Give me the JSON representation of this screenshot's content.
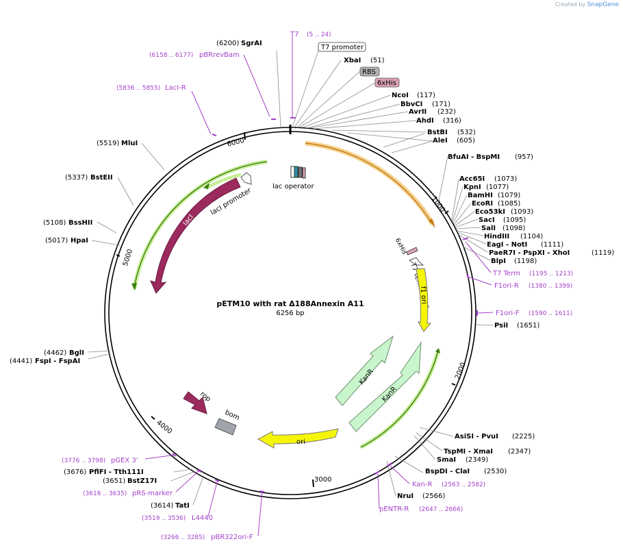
{
  "credit": {
    "prefix": "Created by",
    "brand": "SnapGene"
  },
  "plasmid": {
    "name": "pETM10 with rat Δ188Annexin A11",
    "length_label": "6256 bp",
    "length": 6256
  },
  "colors": {
    "enzyme": "#000000",
    "primer": "#a23fc9",
    "pos": "#000000",
    "lacI": "#9c2a5e",
    "resistance": "#c8f5cc",
    "origin": "#f5f50a",
    "bom": "#a0a5ab",
    "promoter_line": "#5a9c1a"
  },
  "ticks": [
    {
      "label": "1000"
    },
    {
      "label": "2000"
    },
    {
      "label": "3000"
    },
    {
      "label": "4000"
    },
    {
      "label": "5000"
    },
    {
      "label": "6000"
    }
  ],
  "sites": [
    {
      "name": "SgrAI",
      "pos": "(6200)"
    },
    {
      "name": "XbaI",
      "pos": "(51)"
    },
    {
      "name": "NcoI",
      "pos": "(117)"
    },
    {
      "name": "BbvCI",
      "pos": "(171)"
    },
    {
      "name": "AvrII",
      "pos": "(232)"
    },
    {
      "name": "AhdI",
      "pos": "(316)"
    },
    {
      "name": "BstBI",
      "pos": "(532)"
    },
    {
      "name": "AleI",
      "pos": "(605)"
    },
    {
      "name": "BfuAI  - BspMI",
      "pos": "(957)"
    },
    {
      "name": "Acc65I",
      "pos": "(1073)"
    },
    {
      "name": "KpnI",
      "pos": "(1077)"
    },
    {
      "name": "BamHI",
      "pos": "(1079)"
    },
    {
      "name": "EcoRI",
      "pos": "(1085)"
    },
    {
      "name": "Eco53kI",
      "pos": "(1093)"
    },
    {
      "name": "SacI",
      "pos": "(1095)"
    },
    {
      "name": "SalI",
      "pos": "(1098)"
    },
    {
      "name": "HindIII",
      "pos": "(1104)"
    },
    {
      "name": "EagI  - NotI",
      "pos": "(1111)"
    },
    {
      "name": "PaeR7I  - PspXI  - XhoI",
      "pos": "(1119)"
    },
    {
      "name": "BlpI",
      "pos": "(1198)"
    },
    {
      "name": "PsiI",
      "pos": "(1651)"
    },
    {
      "name": "AsiSI  - PvuI",
      "pos": "(2225)"
    },
    {
      "name": "TspMI  - XmaI",
      "pos": "(2347)"
    },
    {
      "name": "SmaI",
      "pos": "(2349)"
    },
    {
      "name": "BspDI  - ClaI",
      "pos": "(2530)"
    },
    {
      "name": "NruI",
      "pos": "(2566)"
    },
    {
      "name": "TatI",
      "pos": "(3614)"
    },
    {
      "name": "BstZ17I",
      "pos": "(3651)"
    },
    {
      "name": "PflFI  - Tth111I",
      "pos": "(3676)"
    },
    {
      "name": "FspI  - FspAI",
      "pos": "(4441)"
    },
    {
      "name": "BglI",
      "pos": "(4462)"
    },
    {
      "name": "HpaI",
      "pos": "(5017)"
    },
    {
      "name": "BssHII",
      "pos": "(5108)"
    },
    {
      "name": "BstEII",
      "pos": "(5337)"
    },
    {
      "name": "MluI",
      "pos": "(5519)"
    }
  ],
  "primers": [
    {
      "name": "T7",
      "range": "(5 .. 24)"
    },
    {
      "name": "pBRrevBam",
      "range": "(6158 .. 6177)"
    },
    {
      "name": "LacI-R",
      "range": "(5836 .. 5855)"
    },
    {
      "name": "T7 Term",
      "range": "(1195 .. 1213)"
    },
    {
      "name": "F1ori-R",
      "range": "(1380 .. 1399)"
    },
    {
      "name": "F1ori-F",
      "range": "(1590 .. 1611)"
    },
    {
      "name": "Kan-R",
      "range": "(2563 .. 2582)"
    },
    {
      "name": "pENTR-R",
      "range": "(2647 .. 2666)"
    },
    {
      "name": "pBR322ori-F",
      "range": "(3266 .. 3285)"
    },
    {
      "name": "L4440",
      "range": "(3519 .. 3536)"
    },
    {
      "name": "pRS-marker",
      "range": "(3616 .. 3635)"
    },
    {
      "name": "pGEX 3'",
      "range": "(3776 .. 3798)"
    }
  ],
  "boxed_features": [
    {
      "name": "T7 promoter"
    },
    {
      "name": "RBS"
    },
    {
      "name": "6xHis"
    }
  ],
  "features": {
    "lac_operator": "lac operator",
    "laci_promoter": "lacI promoter",
    "laci": "lacI",
    "his_tag": "6xHis",
    "t7_terminator": "T7 terminator",
    "f1_ori": "f1 ori",
    "kanr_1": "KanR",
    "kanr_2": "KanR",
    "ori": "ori",
    "rop": "rop",
    "bom": "bom"
  }
}
